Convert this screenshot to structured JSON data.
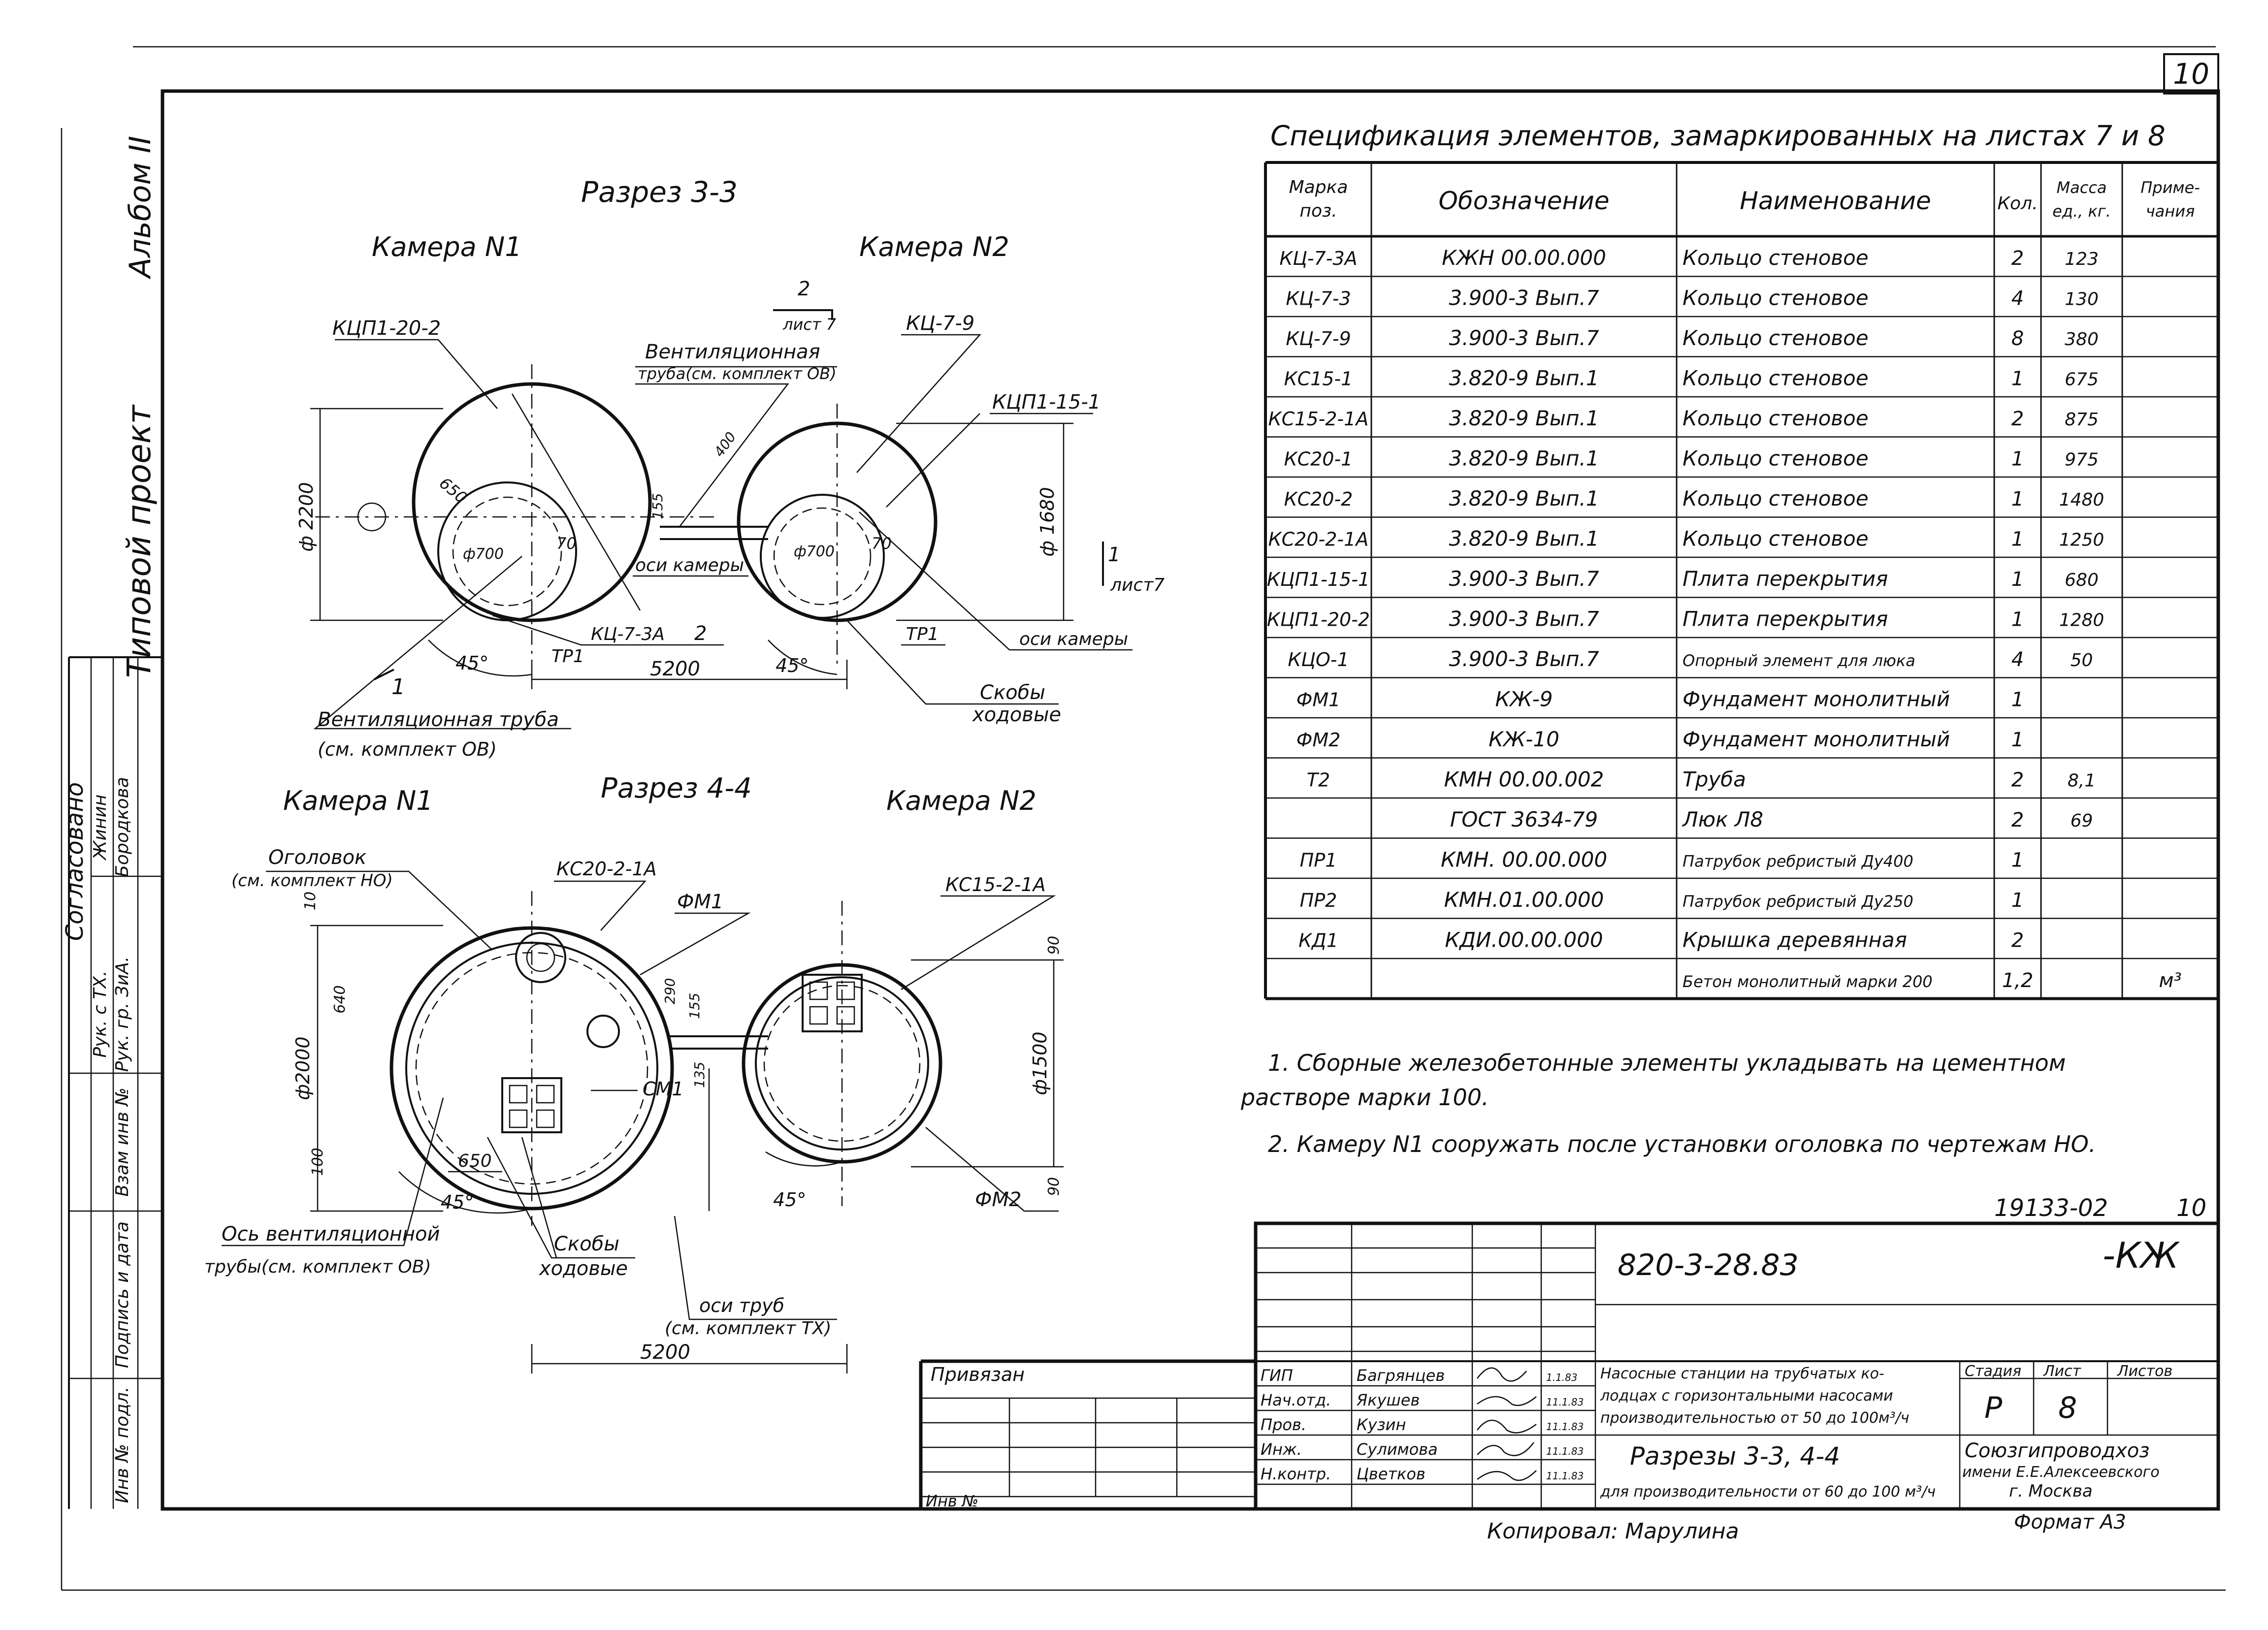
{
  "sheet_number": "10",
  "side_stamp": {
    "album": "Альбом II",
    "project": "Типовой проект",
    "agreed": "Согласовано",
    "rows": [
      {
        "role": "Рук. с ТХ.",
        "name": "Жинин"
      },
      {
        "role": "Рук. гр. ЗиА.",
        "name": "Бородкова"
      }
    ],
    "fields": [
      "Взам инв №",
      "Подпись и дата",
      "Инв № подл."
    ]
  },
  "section_33": {
    "title": "Разрез 3-3",
    "chamber1": "Камера N1",
    "chamber2": "Камера N2",
    "labels": {
      "kcp1_20_2": "КЦП1-20-2",
      "kc_7_9": "КЦ-7-9",
      "kcp1_15_1": "КЦП1-15-1",
      "vent_pipe": "Вентиляционная",
      "vent_pipe2": "труба(см. комплект ОВ)",
      "axes": "оси камеры",
      "axes2": "оси камеры",
      "kc_7_3a": "КЦ-7-3А",
      "tp1a": "ТР1",
      "tp1b": "ТР1",
      "skoby": "Скобы",
      "skoby2": "ходовые",
      "vent_bottom": "Вентиляционная труба",
      "vent_bottom2": "(см. комплект ОВ)",
      "sheet_ref_a": "2",
      "sheet_ref_a2": "лист 7",
      "sheet_ref_b": "1",
      "sheet_ref_b2": "лист7",
      "cut_1": "1",
      "cut_2": "2",
      "d2200": "ф 2200",
      "d1680": "ф 1680",
      "d700a": "ф700",
      "d700b": "ф700",
      "dim650": "650",
      "dim70a": "70",
      "dim70b": "70",
      "dim155": "155",
      "dim400": "400",
      "dim5200": "5200",
      "ang1": "45°",
      "ang2": "45°"
    }
  },
  "section_44": {
    "title": "Разрез 4-4",
    "chamber1": "Камера N1",
    "chamber2": "Камера N2",
    "labels": {
      "head": "Оголовок",
      "head2": "(см. комплект НО)",
      "kc20_2_1a": "КС20-2-1А",
      "fm1": "ФМ1",
      "kc15_2_1a": "КС15-2-1А",
      "cm1": "СМ1",
      "fm2": "ФМ2",
      "vent_axis": "Ось вентиляционной",
      "vent_axis2": "трубы(см. комплект ОВ)",
      "skoby": "Скобы",
      "skoby2": "ходовые",
      "pipe_axes": "оси труб",
      "pipe_axes2": "(см. комплект ТХ)",
      "d2000": "ф2000",
      "d1500": "ф1500",
      "dim640": "640",
      "dim100": "100",
      "dim650": "650",
      "dim90a": "90",
      "dim90b": "90",
      "dim290": "290",
      "dim155": "155",
      "dim135": "135",
      "dim5200": "5200",
      "dim10": "10",
      "ang1": "45°",
      "ang2": "45°"
    }
  },
  "spec": {
    "title": "Спецификация элементов, замаркированных на листах 7 и 8",
    "headers": [
      "Марка поз.",
      "Обозначение",
      "Наименование",
      "Кол.",
      "Масса ед., кг.",
      "Приме- чания"
    ],
    "rows": [
      [
        "КЦ-7-3А",
        "КЖН 00.00.000",
        "Кольцо стеновое",
        "2",
        "123",
        ""
      ],
      [
        "КЦ-7-3",
        "3.900-3 Вып.7",
        "Кольцо стеновое",
        "4",
        "130",
        ""
      ],
      [
        "КЦ-7-9",
        "3.900-3 Вып.7",
        "Кольцо стеновое",
        "8",
        "380",
        ""
      ],
      [
        "КС15-1",
        "3.820-9 Вып.1",
        "Кольцо стеновое",
        "1",
        "675",
        ""
      ],
      [
        "КС15-2-1А",
        "3.820-9 Вып.1",
        "Кольцо стеновое",
        "2",
        "875",
        ""
      ],
      [
        "КС20-1",
        "3.820-9 Вып.1",
        "Кольцо стеновое",
        "1",
        "975",
        ""
      ],
      [
        "КС20-2",
        "3.820-9 Вып.1",
        "Кольцо стеновое",
        "1",
        "1480",
        ""
      ],
      [
        "КС20-2-1А",
        "3.820-9 Вып.1",
        "Кольцо стеновое",
        "1",
        "1250",
        ""
      ],
      [
        "КЦП1-15-1",
        "3.900-3 Вып.7",
        "Плита перекрытия",
        "1",
        "680",
        ""
      ],
      [
        "КЦП1-20-2",
        "3.900-3 Вып.7",
        "Плита перекрытия",
        "1",
        "1280",
        ""
      ],
      [
        "КЦО-1",
        "3.900-3 Вып.7",
        "Опорный элемент для люка",
        "4",
        "50",
        ""
      ],
      [
        "ФМ1",
        "КЖ-9",
        "Фундамент монолитный",
        "1",
        "",
        ""
      ],
      [
        "ФМ2",
        "КЖ-10",
        "Фундамент монолитный",
        "1",
        "",
        ""
      ],
      [
        "Т2",
        "КМН 00.00.002",
        "Труба",
        "2",
        "8,1",
        ""
      ],
      [
        "",
        "ГОСТ 3634-79",
        "Люк Л8",
        "2",
        "69",
        ""
      ],
      [
        "ПР1",
        "КМН. 00.00.000",
        "Патрубок ребристый Ду400",
        "1",
        "",
        ""
      ],
      [
        "ПР2",
        "КМН.01.00.000",
        "Патрубок ребристый Ду250",
        "1",
        "",
        ""
      ],
      [
        "КД1",
        "КДИ.00.00.000",
        "Крышка деревянная",
        "2",
        "",
        ""
      ],
      [
        "",
        "",
        "Бетон монолитный марки 200",
        "1,2",
        "",
        "м³"
      ]
    ]
  },
  "notes": [
    "1. Сборные железобетонные элементы укладывать на цементном",
    "раствоpе марки 100.",
    "2. Камеру N1 сооружать после установки оголовка по чертежам НО."
  ],
  "archive_no": "19133-02",
  "archive_sheet": "10",
  "title_block": {
    "code": "820-3-28.83",
    "suffix": "-КЖ",
    "bound": "Привязан",
    "inv": "Инв №",
    "people": [
      {
        "role": "ГИП",
        "name": "Багрянцев",
        "date": "1.1.83"
      },
      {
        "role": "Нач.отд.",
        "name": "Якушев",
        "date": "11.1.83"
      },
      {
        "role": "Пров.",
        "name": "Кузин",
        "date": "11.1.83"
      },
      {
        "role": "Инж.",
        "name": "Сулимова",
        "date": "11.1.83"
      },
      {
        "role": "Н.контр.",
        "name": "Цветков",
        "date": "11.1.83"
      }
    ],
    "object": "Насосные станции на трубчатых колодцах с горизонтальными насосами производительностью от 50 до 100 м³/ч",
    "object_l1": "Насосные станции на трубчатых ко-",
    "object_l2": "лодцах с горизонтальными насосами",
    "object_l3": "производительностью от 50 до 100м³/ч",
    "sheet_title": "Разрезы 3-3, 4-4",
    "sheet_sub": "для производительности от 60 до 100 м³/ч",
    "stage_h": "Стадия",
    "sheet_h": "Лист",
    "sheets_h": "Листов",
    "stage": "Р",
    "sheet": "8",
    "org1": "Союзгипроводхоз",
    "org2": "имени Е.Е.Алексеевского",
    "org3": "г. Москва",
    "copied": "Копировал: Марулина",
    "format": "Формат А3"
  }
}
